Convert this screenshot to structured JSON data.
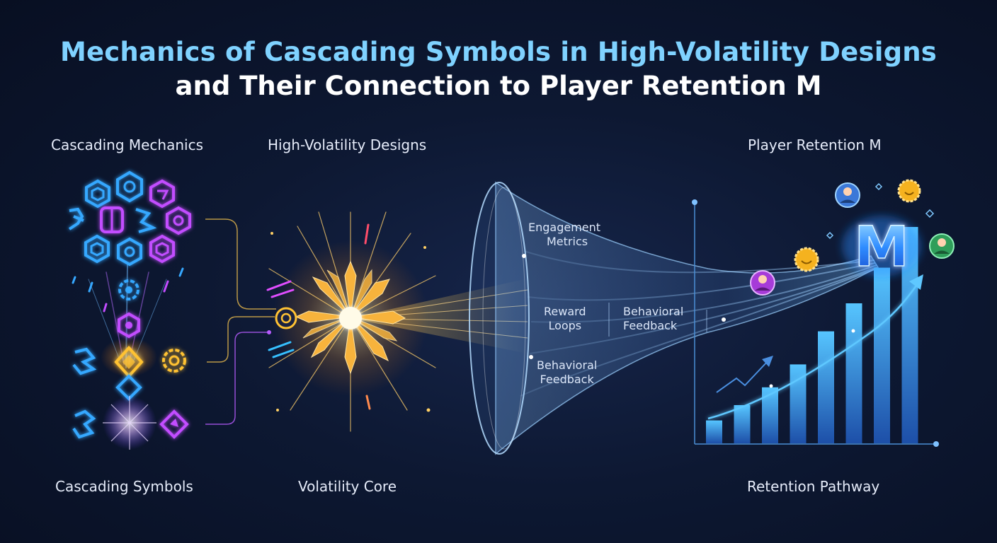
{
  "title": {
    "line1": "Mechanics of Cascading Symbols in High-Volatility Designs",
    "line2": "and Their Connection to Player Retention M"
  },
  "sections": {
    "cascading_mechanics": "Cascading Mechanics",
    "high_volatility": "High-Volatility Designs",
    "player_retention": "Player Retention M",
    "cascading_symbols": "Cascading Symbols",
    "volatility_core": "Volatility Core",
    "retention_pathway": "Retention Pathway"
  },
  "funnel": {
    "engagement_l1": "Engagement",
    "engagement_l2": "Metrics",
    "reward_l1": "Reward",
    "reward_l2": "Loops",
    "behavioral1_l1": "Behavioral",
    "behavioral1_l2": "Feedback",
    "behavioral2_l1": "Behavioral",
    "behavioral2_l2": "Feedback"
  },
  "badge_letter": "M",
  "retention_bars": [
    0.09,
    0.15,
    0.22,
    0.31,
    0.44,
    0.55,
    0.69,
    0.85
  ],
  "colors": {
    "accent_blue": "#4fb3ff",
    "accent_purple": "#c04dff",
    "accent_gold": "#ffc233",
    "title_blue": "#7fd2ff"
  }
}
